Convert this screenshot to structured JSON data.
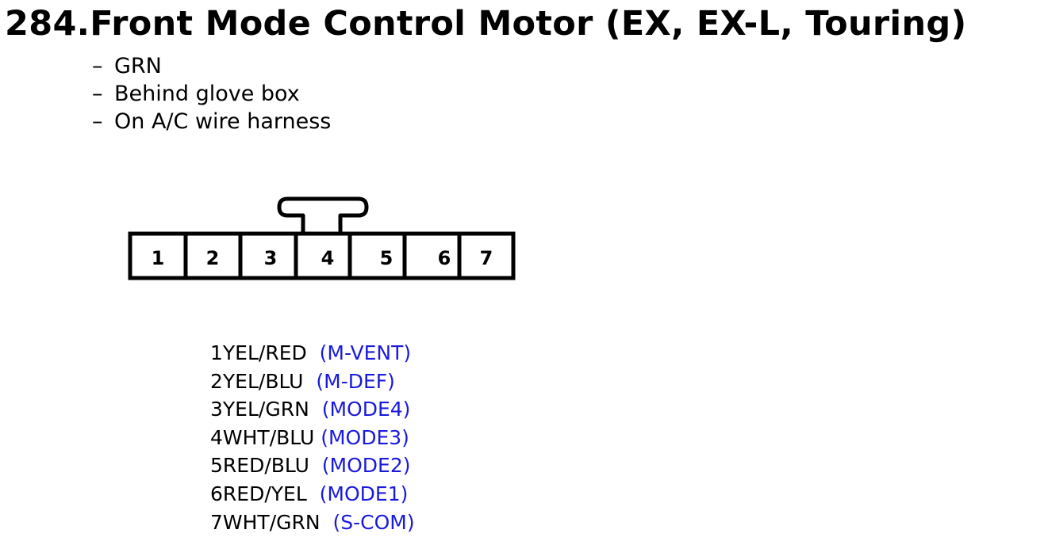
{
  "title": "284.Front Mode Control Motor (EX, EX-L, Touring)",
  "notes": [
    "GRN",
    "Behind glove box",
    "On A/C wire harness"
  ],
  "note_bullet": "–",
  "connector": {
    "pins": [
      "1",
      "2",
      "3",
      "4",
      "5",
      "6",
      "7"
    ]
  },
  "pinout": [
    {
      "pin_wire": "1YEL/RED",
      "function": "(M-VENT)"
    },
    {
      "pin_wire": "2YEL/BLU",
      "function": "(M-DEF)"
    },
    {
      "pin_wire": "3YEL/GRN",
      "function": "(MODE4)"
    },
    {
      "pin_wire": "4WHT/BLU",
      "function": "(MODE3)"
    },
    {
      "pin_wire": "5RED/BLU",
      "function": "(MODE2)"
    },
    {
      "pin_wire": "6RED/YEL",
      "function": "(MODE1)"
    },
    {
      "pin_wire": "7WHT/GRN",
      "function": "(S-COM)"
    }
  ],
  "colors": {
    "text": "#000000",
    "function_text": "#1a1adc",
    "connector_stroke": "#000000"
  }
}
